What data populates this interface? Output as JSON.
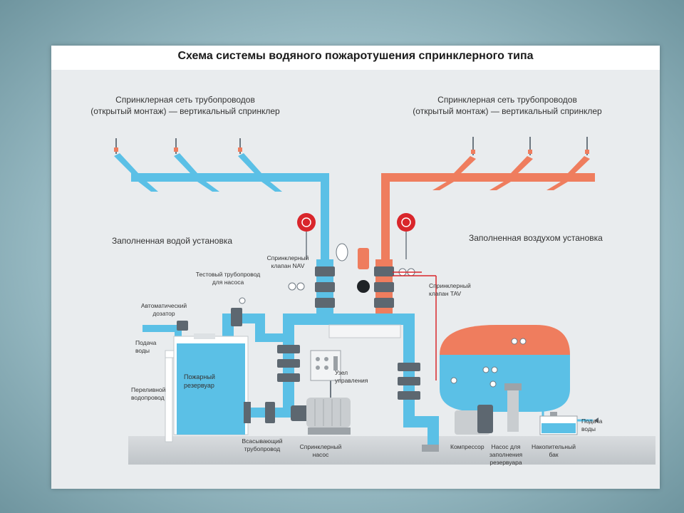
{
  "title": "Схема системы водяного пожаротушения спринклерного типа",
  "colors": {
    "water": "#5bc0e6",
    "air": "#ef7d5e",
    "pipe_dark": "#5d6770",
    "floor": "#cfd3d6",
    "background": "#e9ecee",
    "alarm": "#d9262b"
  },
  "labels": {
    "net_left_1": "Спринклерная сеть трубопроводов",
    "net_left_2": "(открытый монтаж) — вертикальный спринклер",
    "net_right_1": "Спринклерная сеть трубопроводов",
    "net_right_2": "(открытый монтаж) — вертикальный спринклер",
    "water_system": "Заполненная водой установка",
    "air_system": "Заполненная воздухом установка",
    "valve_nav_1": "Спринклерный",
    "valve_nav_2": "клапан NAV",
    "valve_tav_1": "Спринклерный",
    "valve_tav_2": "клапан TAV",
    "test_pipe_1": "Тестовый трубопровод",
    "test_pipe_2": "для насоса",
    "dosing_1": "Автоматический",
    "dosing_2": "дозатор",
    "water_in_left_1": "Подача",
    "water_in_left_2": "воды",
    "overflow_1": "Переливной",
    "overflow_2": "водопровод",
    "tank_1": "Пожарный",
    "tank_2": "резервуар",
    "suction_1": "Всасывающий",
    "suction_2": "трубопровод",
    "pump_1": "Спринклерный",
    "pump_2": "насос",
    "control_1": "Узел",
    "control_2": "управления",
    "compressor": "Компрессор",
    "fill_pump_1": "Насос для",
    "fill_pump_2": "заполнения",
    "fill_pump_3": "резервуара",
    "storage_1": "Накопительный",
    "storage_2": "бак",
    "water_in_right_1": "Подача",
    "water_in_right_2": "воды"
  }
}
